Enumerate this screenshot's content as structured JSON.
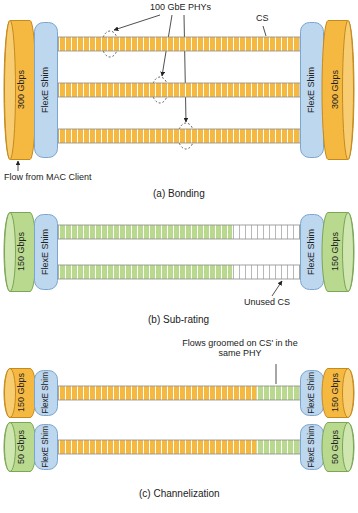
{
  "diagram": {
    "nodes": [
      {
        "text": [
          "300 Gbps"
        ]
      },
      {
        "text": [
          "FlexE Shim"
        ]
      },
      {
        "text": [
          "FlexE Shim"
        ]
      },
      {
        "text": [
          "300 Gbps"
        ]
      },
      {
        "text": [
          "150 Gbps"
        ]
      },
      {
        "text": [
          "FlexE Shim"
        ]
      },
      {
        "text": [
          "FlexE Shim"
        ]
      },
      {
        "text": [
          "150 Gbps"
        ]
      },
      {
        "text": [
          "150 Gbps"
        ]
      },
      {
        "text": [
          "FlexE Shim"
        ]
      },
      {
        "text": [
          "50 Gbps"
        ]
      },
      {
        "text": [
          "FlexE Shim"
        ]
      },
      {
        "text": [
          "FlexE Shim"
        ]
      },
      {
        "text": [
          "150 Gbps"
        ]
      },
      {
        "text": [
          "FlexE Shim"
        ]
      },
      {
        "text": [
          "50 Gbps"
        ]
      }
    ],
    "edges": [
      {
        "from": 1,
        "to": 2,
        "arrow": "none"
      },
      {
        "from": 1,
        "to": 2,
        "arrow": "none"
      },
      {
        "from": 1,
        "to": 2,
        "arrow": "none"
      },
      {
        "from": 5,
        "to": 6,
        "arrow": "none"
      },
      {
        "from": 5,
        "to": 6,
        "arrow": "none"
      },
      {
        "from": 9,
        "to": 12,
        "arrow": "none"
      },
      {
        "from": 11,
        "to": 14,
        "arrow": "none"
      }
    ],
    "labels": [
      "100 GbE PHYs",
      "CS",
      "Flow from MAC Client",
      "(a) Bonding",
      "Unused CS",
      "(b) Sub-rating",
      "Flows groomed on CS' in the same PHY",
      "(c) Channelization"
    ]
  }
}
